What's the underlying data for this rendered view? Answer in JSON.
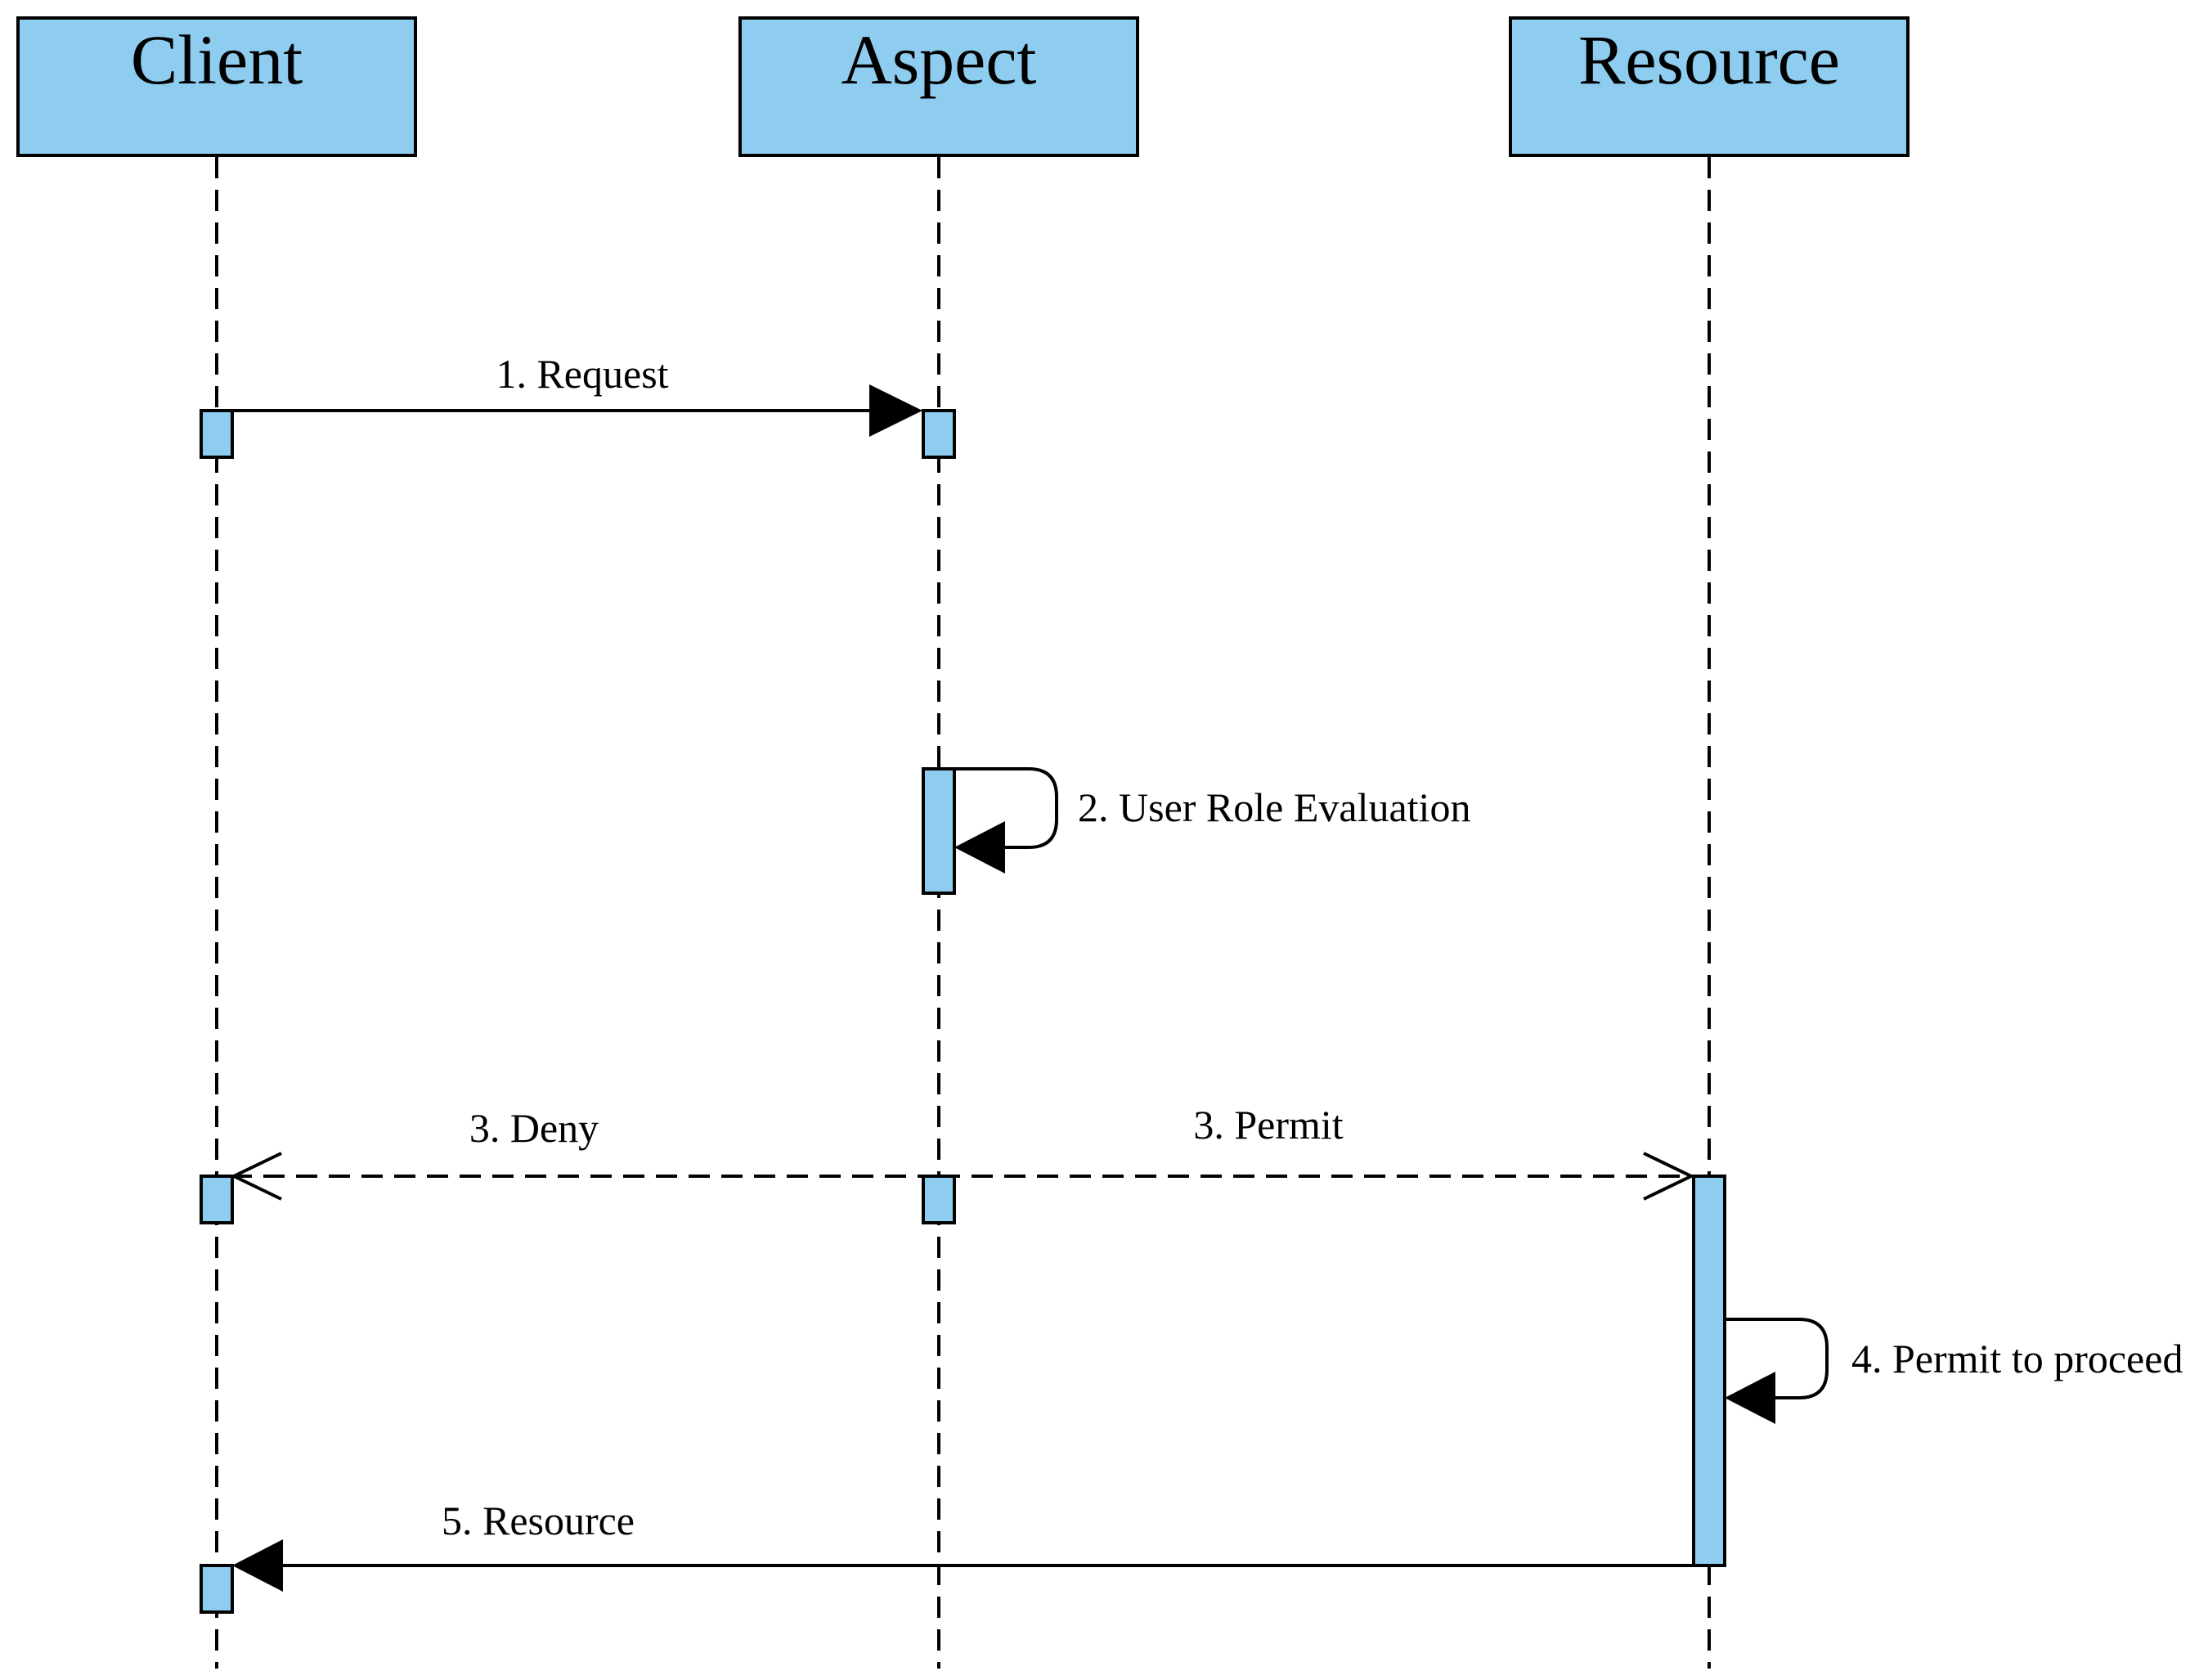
{
  "participants": {
    "client": "Client",
    "aspect": "Aspect",
    "resource": "Resource"
  },
  "messages": {
    "request": "1. Request",
    "evaluation": "2. User Role Evaluation",
    "deny": "3. Deny",
    "permit": "3. Permit",
    "proceed": "4. Permit to proceed",
    "resource": "5. Resource"
  },
  "colors": {
    "fill": "#8ecdf0",
    "stroke": "#000000"
  }
}
